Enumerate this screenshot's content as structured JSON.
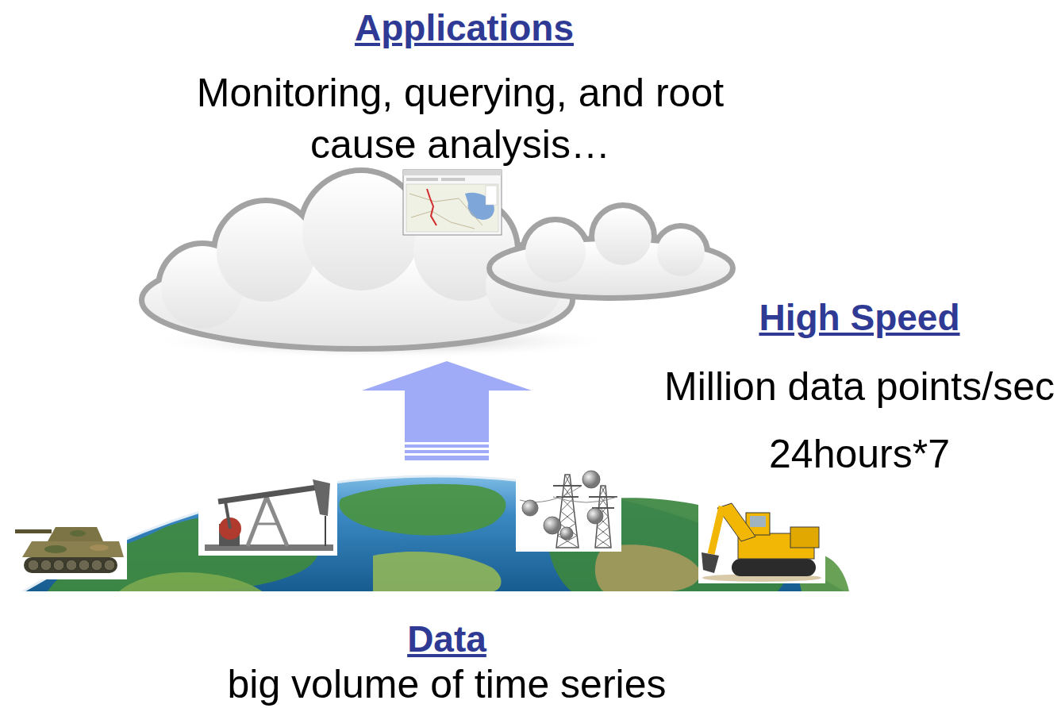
{
  "diagram": {
    "nodes": [
      {
        "text": [
          "Applications",
          "Monitoring, querying, and root cause analysis…"
        ]
      },
      {
        "text": [
          "Data",
          "big volume of time series"
        ]
      }
    ],
    "edges": [
      {
        "from": 1,
        "to": 0,
        "arrow": "to"
      }
    ],
    "labels": [
      "High Speed",
      "Million data points/sec",
      "24hours*7"
    ]
  }
}
